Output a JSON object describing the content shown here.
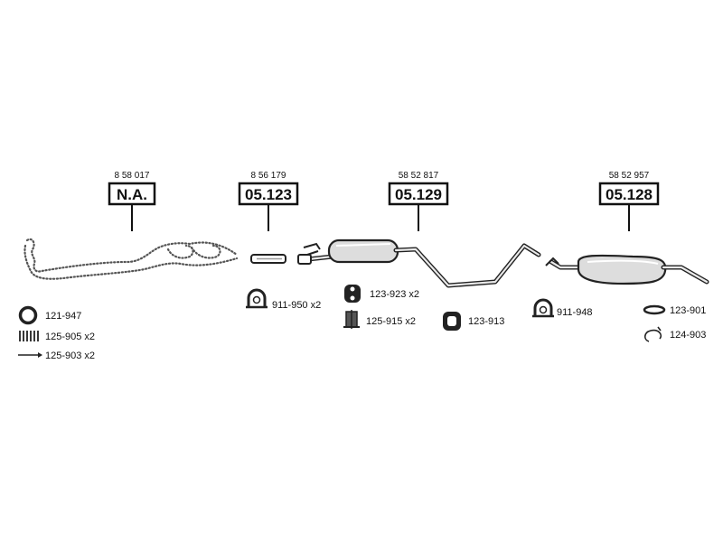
{
  "parts": [
    {
      "oe_number": "8 58 017",
      "code": "N.A."
    },
    {
      "oe_number": "8 56 179",
      "code": "05.123"
    },
    {
      "oe_number": "58 52 817",
      "code": "05.129"
    },
    {
      "oe_number": "58 52 957",
      "code": "05.128"
    }
  ],
  "accessories": [
    {
      "icon": "ring-gasket-icon",
      "label": "121-947"
    },
    {
      "icon": "spring-icon",
      "label": "125-905 x2"
    },
    {
      "icon": "bolt-icon",
      "label": "125-903 x2"
    },
    {
      "icon": "pipe-clamp-icon",
      "label": "911-950 x2"
    },
    {
      "icon": "rubber-ring-icon",
      "label": "123-923 x2"
    },
    {
      "icon": "bracket-icon",
      "label": "125-915 x2"
    },
    {
      "icon": "rubber-hanger-icon",
      "label": "123-913"
    },
    {
      "icon": "pipe-clamp-icon",
      "label": "911-948"
    },
    {
      "icon": "flat-ring-icon",
      "label": "123-901"
    },
    {
      "icon": "clip-icon",
      "label": "124-903"
    }
  ],
  "colors": {
    "line": "#111111",
    "pipe": "#222222",
    "pipe_highlight": "#e9e9e9",
    "background": "#ffffff"
  }
}
